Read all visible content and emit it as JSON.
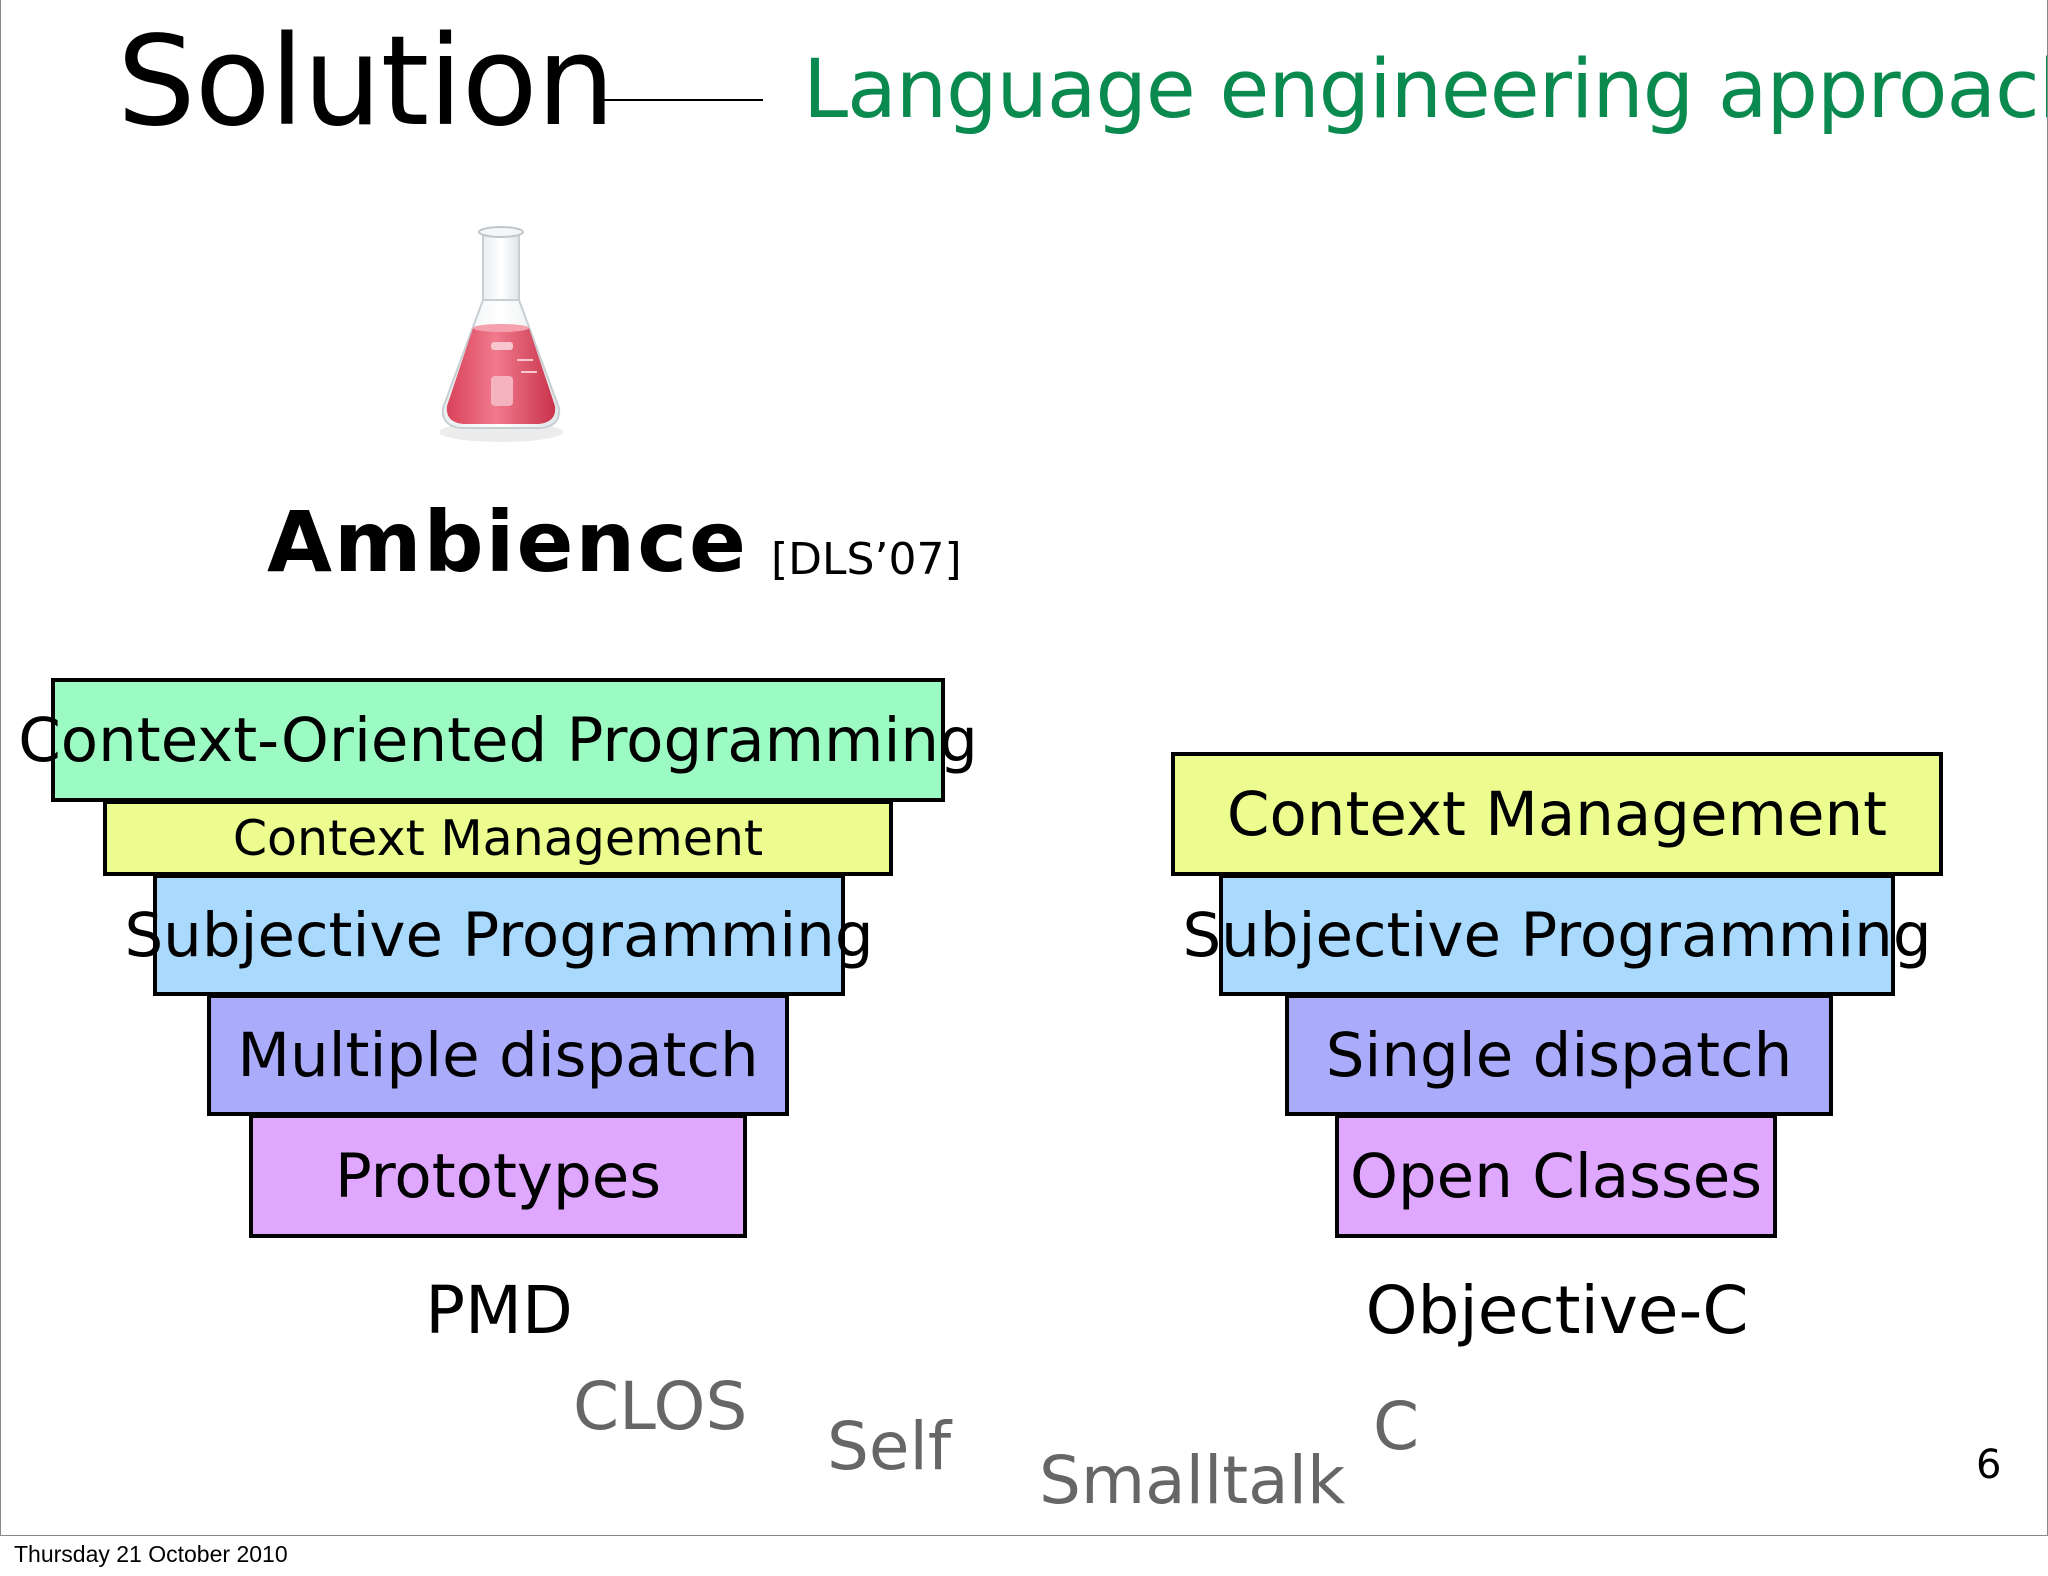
{
  "slide": {
    "title": "Solution",
    "subtitle": "Language engineering approach",
    "ambience_title": "Ambience",
    "citation": "[DLS’07]",
    "page_number": "6"
  },
  "left_stack": {
    "layers": [
      "Context-Oriented Programming",
      "Context Management",
      "Subjective Programming",
      "Multiple dispatch",
      "Prototypes"
    ],
    "language": "PMD"
  },
  "right_stack": {
    "layers": [
      "Context Management",
      "Subjective Programming",
      "Single dispatch",
      "Open Classes"
    ],
    "language": "Objective-C"
  },
  "influences": [
    "CLOS",
    "Self",
    "Smalltalk",
    "C"
  ],
  "footer": {
    "date": "Thursday 21 October 2010"
  },
  "colors": {
    "subtitle": "#0b8a4f",
    "cop": "#9bfbc2",
    "context_management": "#ecfc8e",
    "subjective_programming": "#a9dafd",
    "dispatch": "#aaacfb",
    "base": "#dfa7fd",
    "influence_text": "#666666"
  },
  "icons": {
    "flask": "erlenmeyer-flask-icon"
  }
}
